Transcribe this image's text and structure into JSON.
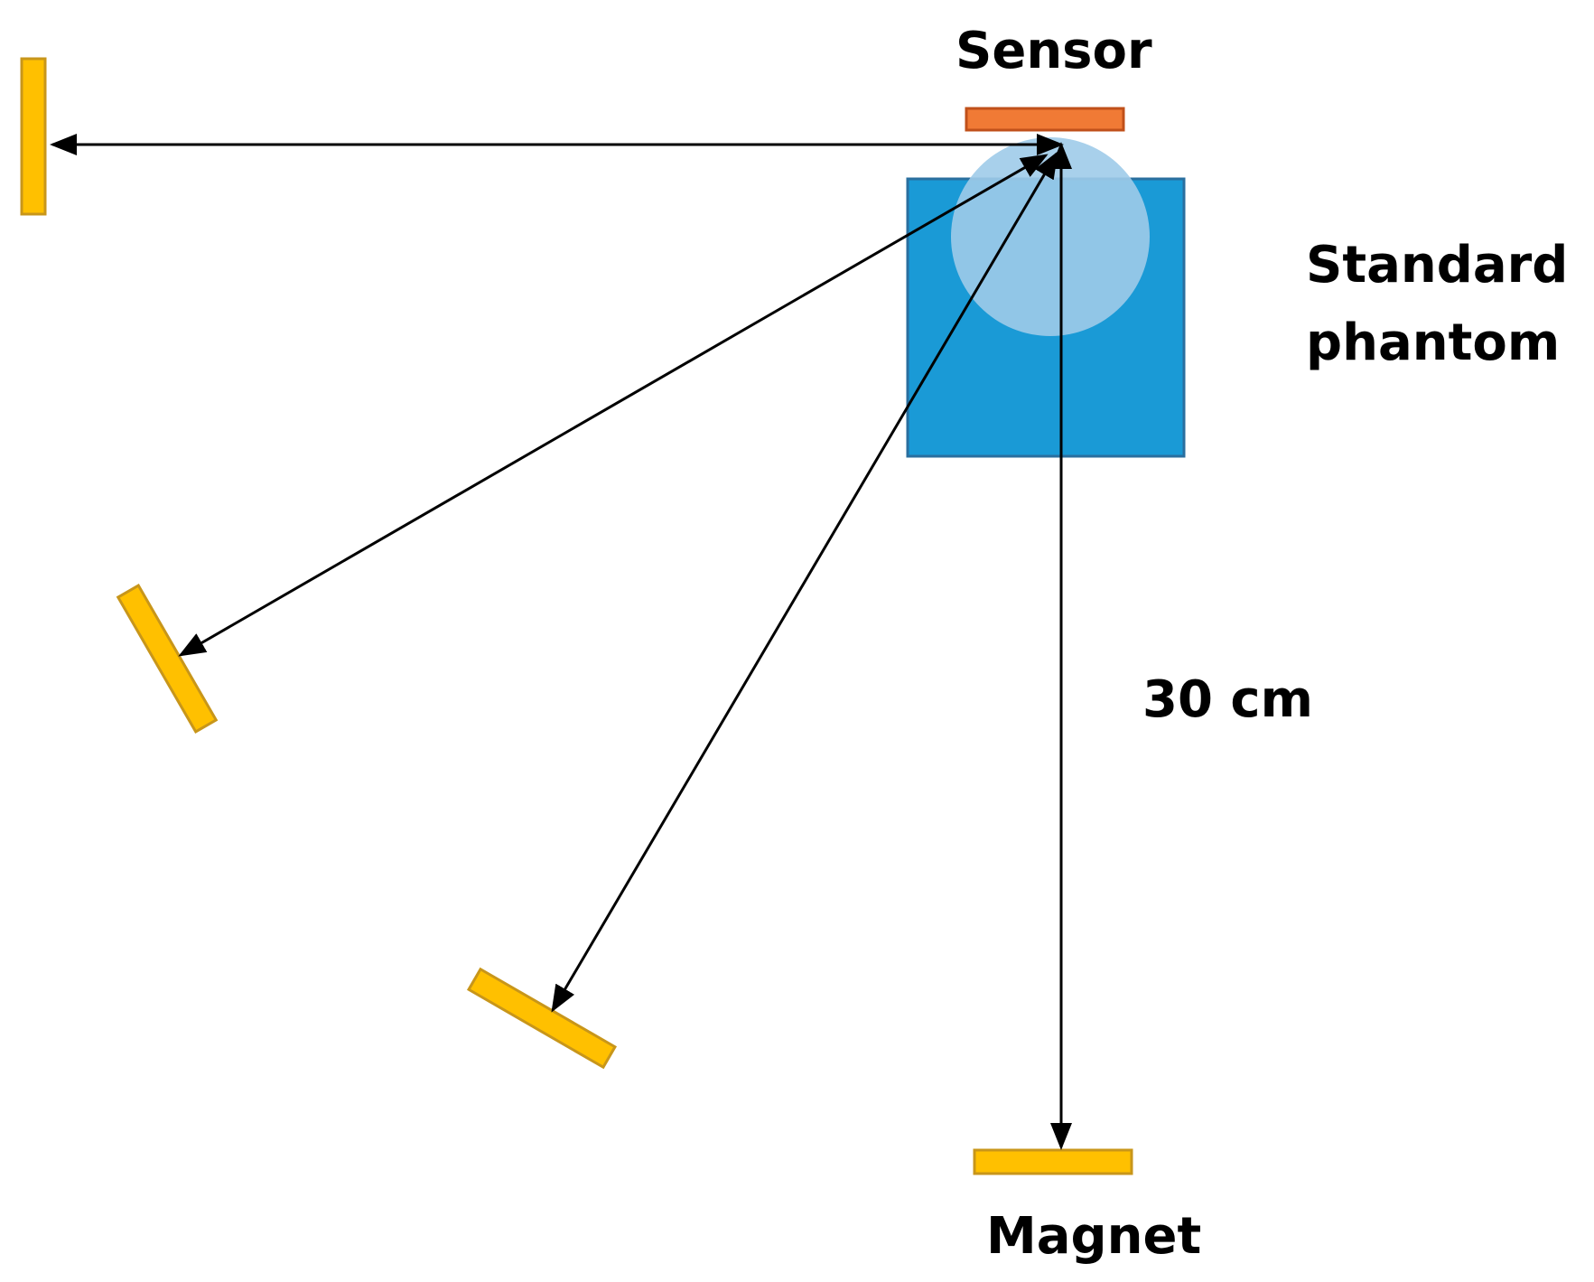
{
  "labels": {
    "sensor": "Sensor",
    "phantom_line1": "Standard",
    "phantom_line2": "phantom",
    "distance": "30 cm",
    "magnet": "Magnet"
  },
  "colors": {
    "phantom_box": "#1a9ad6",
    "phantom_box_stroke": "#2a6f9f",
    "phantom_sphere": "#9fcbe9",
    "sensor_fill": "#f07a35",
    "sensor_stroke": "#c0501a",
    "magnet_fill": "#ffc000",
    "magnet_stroke": "#c8961a",
    "arrow": "#000000",
    "text": "#000000"
  }
}
